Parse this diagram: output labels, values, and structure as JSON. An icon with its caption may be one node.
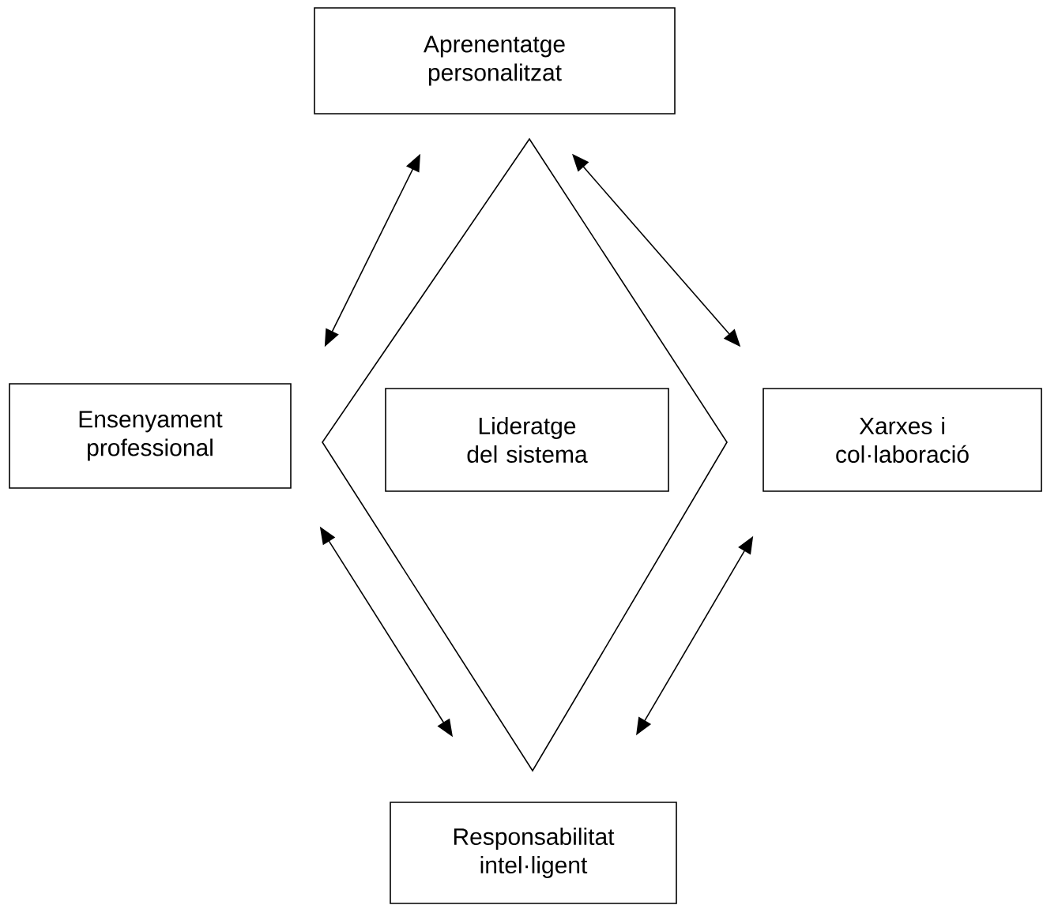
{
  "diagram": {
    "nodes": [
      {
        "text": [
          "Aprenentatge personalitzat"
        ]
      },
      {
        "text": [
          "Ensenyament professional"
        ]
      },
      {
        "text": [],
        "shape": "diamond"
      },
      {
        "text": [
          "Lideratge del sistema"
        ],
        "in": 2
      },
      {
        "text": [
          "Xarxes i col·laboració"
        ]
      },
      {
        "text": [
          "Responsabilitat intel·ligent"
        ]
      }
    ],
    "edges": [
      {
        "from": 0,
        "to": 1,
        "arrow": "both"
      },
      {
        "from": 0,
        "to": 4,
        "arrow": "both"
      },
      {
        "from": 1,
        "to": 5,
        "arrow": "both"
      },
      {
        "from": 4,
        "to": 5,
        "arrow": "both"
      }
    ]
  }
}
